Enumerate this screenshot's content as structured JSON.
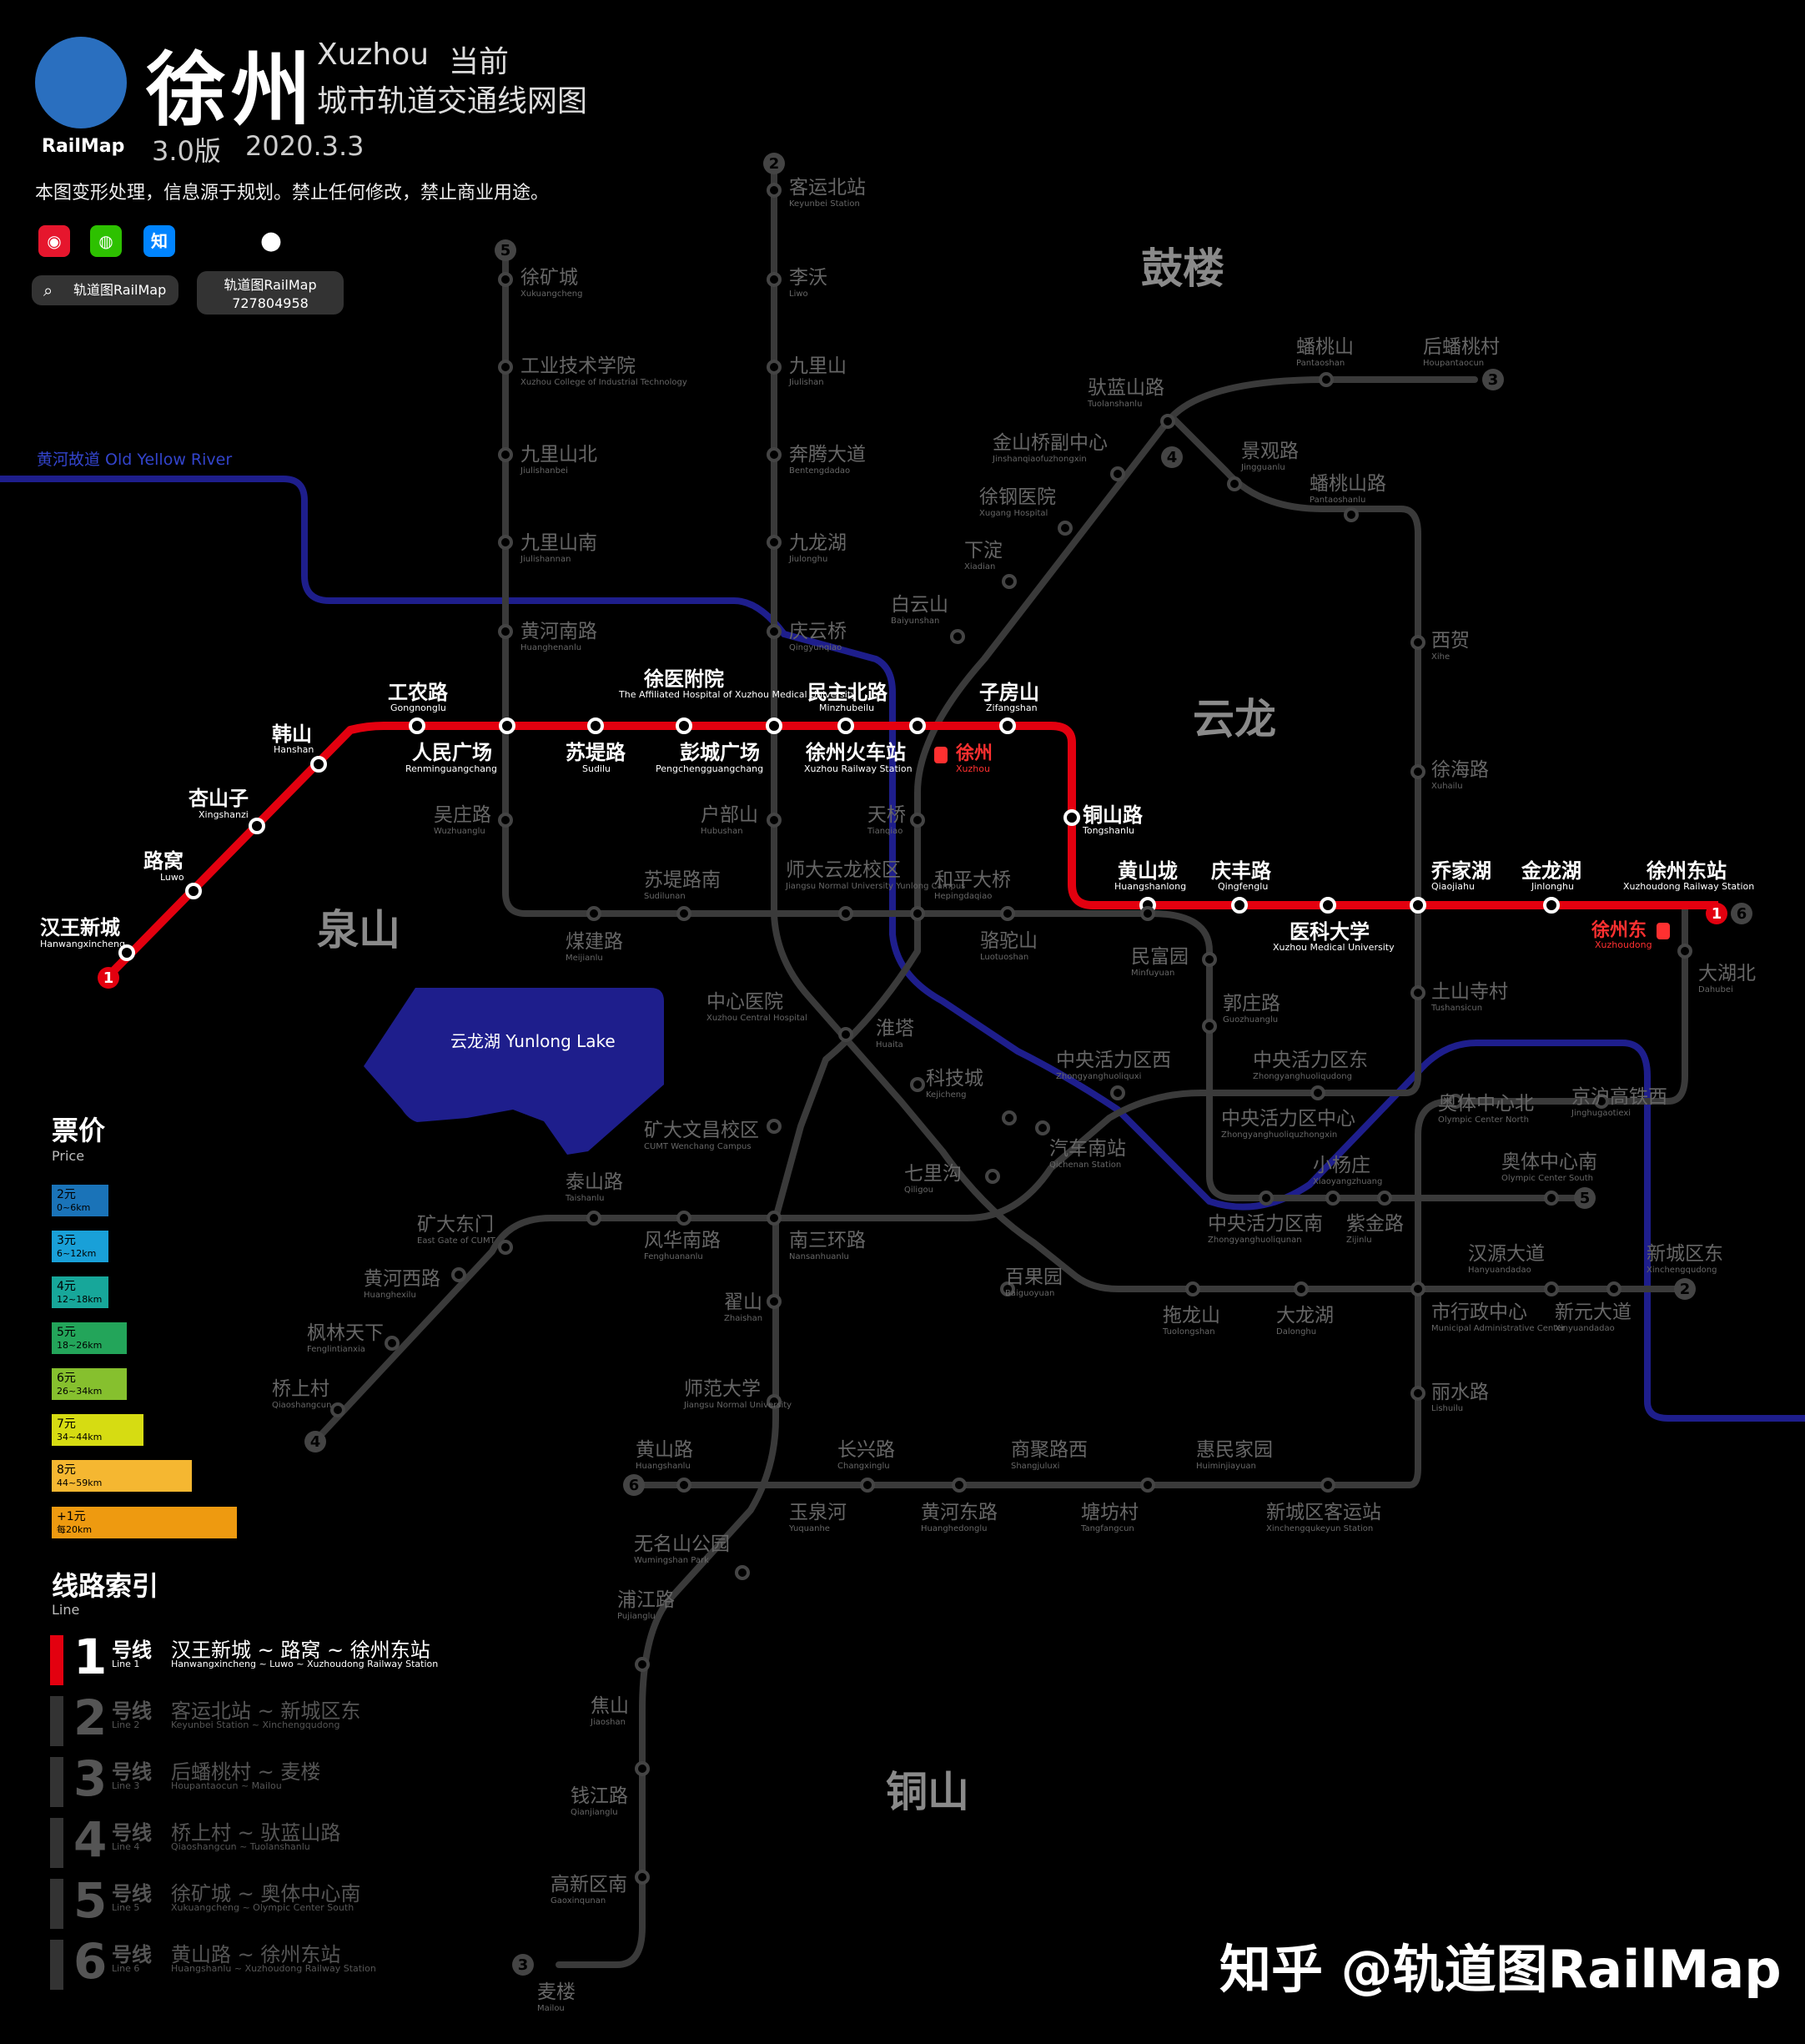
{
  "header": {
    "title_cn": "徐州",
    "title_en": "Xuzhou",
    "title_current": "当前",
    "subtitle": "城市轨道交通线网图",
    "logo_label": "RailMap",
    "version": "3.0版",
    "date": "2020.3.3",
    "notice": "本图变形处理，信息源于规划。禁止任何修改，禁止商业用途。",
    "social": [
      "weibo-icon",
      "wechat-icon",
      "zhihu-icon",
      "qq-icon"
    ],
    "zhihu_glyph": "知",
    "search_label": "轨道图RailMap",
    "qq_label": "轨道图RailMap",
    "qq_number": "727804958"
  },
  "districts": [
    "鼓楼",
    "云龙",
    "泉山",
    "铜山"
  ],
  "river": {
    "label": "黄河故道  Old Yellow River"
  },
  "lake": {
    "label": "云龙湖  Yunlong Lake"
  },
  "colors": {
    "background": "#000000",
    "line1": "#e3000f",
    "planned": "#3a3a3a",
    "river": "#1e1e8c",
    "lake": "#1e1e8c"
  },
  "price_legend": {
    "title": "票价",
    "title_en": "Price",
    "tiers": [
      {
        "price": "2元",
        "range": "0~6km",
        "color": "#1a73b8"
      },
      {
        "price": "3元",
        "range": "6~12km",
        "color": "#19a0d8"
      },
      {
        "price": "4元",
        "range": "12~18km",
        "color": "#17a79a"
      },
      {
        "price": "5元",
        "range": "18~26km",
        "color": "#23a55a"
      },
      {
        "price": "6元",
        "range": "26~34km",
        "color": "#86c02e"
      },
      {
        "price": "7元",
        "range": "34~44km",
        "color": "#d6dc12"
      },
      {
        "price": "8元",
        "range": "44~59km",
        "color": "#f5b731"
      },
      {
        "price": "+1元",
        "range": "每20km",
        "color": "#ee9a10"
      }
    ]
  },
  "line_index": {
    "title": "线路索引",
    "title_en": "Line",
    "lines": [
      {
        "num": "1",
        "label": "号线",
        "label_en": "Line 1",
        "route": "汉王新城 ~ 路窝 ~ 徐州东站",
        "route_en": "Hanwangxincheng ~ Luwo ~ Xuzhoudong Railway Station",
        "color": "#e3000f",
        "active": true
      },
      {
        "num": "2",
        "label": "号线",
        "label_en": "Line 2",
        "route": "客运北站 ~ 新城区东",
        "route_en": "Keyunbei Station ~ Xinchengqudong",
        "color": "#333333",
        "active": false
      },
      {
        "num": "3",
        "label": "号线",
        "label_en": "Line 3",
        "route": "后蟠桃村 ~ 麦楼",
        "route_en": "Houpantaocun ~ Mailou",
        "color": "#333333",
        "active": false
      },
      {
        "num": "4",
        "label": "号线",
        "label_en": "Line 4",
        "route": "桥上村 ~ 驮蓝山路",
        "route_en": "Qiaoshangcun ~ Tuolanshanlu",
        "color": "#333333",
        "active": false
      },
      {
        "num": "5",
        "label": "号线",
        "label_en": "Line 5",
        "route": "徐矿城 ~ 奥体中心南",
        "route_en": "Xukuangcheng ~ Olympic Center South",
        "color": "#333333",
        "active": false
      },
      {
        "num": "6",
        "label": "号线",
        "label_en": "Line 6",
        "route": "黄山路 ~ 徐州东站",
        "route_en": "Huangshanlu ~ Xuzhoudong Railway Station",
        "color": "#333333",
        "active": false
      }
    ]
  },
  "line1_stations": [
    {
      "cn": "汉王新城",
      "en": "Hanwangxincheng"
    },
    {
      "cn": "路窝",
      "en": "Luwo"
    },
    {
      "cn": "杏山子",
      "en": "Xingshanzi"
    },
    {
      "cn": "韩山",
      "en": "Hanshan"
    },
    {
      "cn": "工农路",
      "en": "Gongnonglu"
    },
    {
      "cn": "人民广场",
      "en": "Renminguangchang"
    },
    {
      "cn": "苏堤路",
      "en": "Sudilu"
    },
    {
      "cn": "徐医附院",
      "en": "The Affiliated Hospital of Xuzhou Medical University"
    },
    {
      "cn": "彭城广场",
      "en": "Pengchengguangchang"
    },
    {
      "cn": "民主北路",
      "en": "Minzhubeilu"
    },
    {
      "cn": "徐州火车站",
      "en": "Xuzhou Railway Station"
    },
    {
      "cn": "子房山",
      "en": "Zifangshan"
    },
    {
      "cn": "铜山路",
      "en": "Tongshanlu"
    },
    {
      "cn": "黄山垅",
      "en": "Huangshanlong"
    },
    {
      "cn": "庆丰路",
      "en": "Qingfenglu"
    },
    {
      "cn": "医科大学",
      "en": "Xuzhou Medical University"
    },
    {
      "cn": "乔家湖",
      "en": "Qiaojiahu"
    },
    {
      "cn": "金龙湖",
      "en": "Jinlonghu"
    },
    {
      "cn": "徐州东站",
      "en": "Xuzhoudong Railway Station"
    }
  ],
  "rail_stations": [
    {
      "cn": "徐州",
      "en": "Xuzhou"
    },
    {
      "cn": "徐州东",
      "en": "Xuzhoudong"
    }
  ],
  "planned_stations": [
    {
      "cn": "客运北站",
      "en": "Keyunbei Station"
    },
    {
      "cn": "李沃",
      "en": "Liwo"
    },
    {
      "cn": "九里山",
      "en": "Jiulishan"
    },
    {
      "cn": "奔腾大道",
      "en": "Bentengdadao"
    },
    {
      "cn": "九龙湖",
      "en": "Jiulonghu"
    },
    {
      "cn": "庆云桥",
      "en": "Qingyunqiao"
    },
    {
      "cn": "徐矿城",
      "en": "Xukuangcheng"
    },
    {
      "cn": "工业技术学院",
      "en": "Xuzhou College of Industrial Technology"
    },
    {
      "cn": "九里山北",
      "en": "Jiulishanbei"
    },
    {
      "cn": "九里山南",
      "en": "Jiulishannan"
    },
    {
      "cn": "黄河南路",
      "en": "Huanghenanlu"
    },
    {
      "cn": "吴庄路",
      "en": "Wuzhuanglu"
    },
    {
      "cn": "户部山",
      "en": "Hubushan"
    },
    {
      "cn": "天桥",
      "en": "Tianqiao"
    },
    {
      "cn": "苏堤路南",
      "en": "Sudilunan"
    },
    {
      "cn": "师大云龙校区",
      "en": "Jiangsu Normal University Yunlong Campus"
    },
    {
      "cn": "和平大桥",
      "en": "Hepingdaqiao"
    },
    {
      "cn": "骆驼山",
      "en": "Luotuoshan"
    },
    {
      "cn": "煤建路",
      "en": "Meijianlu"
    },
    {
      "cn": "中心医院",
      "en": "Xuzhou Central Hospital"
    },
    {
      "cn": "淮塔",
      "en": "Huaita"
    },
    {
      "cn": "科技城",
      "en": "Kejicheng"
    },
    {
      "cn": "矿大文昌校区",
      "en": "CUMT Wenchang Campus"
    },
    {
      "cn": "泰山路",
      "en": "Taishanlu"
    },
    {
      "cn": "矿大东门",
      "en": "East Gate of CUMT"
    },
    {
      "cn": "黄河西路",
      "en": "Huanghexilu"
    },
    {
      "cn": "枫林天下",
      "en": "Fenglintianxia"
    },
    {
      "cn": "桥上村",
      "en": "Qiaoshangcun"
    },
    {
      "cn": "风华南路",
      "en": "Fenghuananlu"
    },
    {
      "cn": "南三环路",
      "en": "Nansanhuanlu"
    },
    {
      "cn": "七里沟",
      "en": "Qiligou"
    },
    {
      "cn": "汽车南站",
      "en": "Qichenan Station"
    },
    {
      "cn": "翟山",
      "en": "Zhaishan"
    },
    {
      "cn": "师范大学",
      "en": "Jiangsu Normal University"
    },
    {
      "cn": "百果园",
      "en": "Baiguoyuan"
    },
    {
      "cn": "拖龙山",
      "en": "Tuolongshan"
    },
    {
      "cn": "大龙湖",
      "en": "Dalonghu"
    },
    {
      "cn": "黄山路",
      "en": "Huangshanlu"
    },
    {
      "cn": "长兴路",
      "en": "Changxinglu"
    },
    {
      "cn": "商聚路西",
      "en": "Shangjuluxi"
    },
    {
      "cn": "惠民家园",
      "en": "Huiminjiayuan"
    },
    {
      "cn": "玉泉河",
      "en": "Yuquanhe"
    },
    {
      "cn": "黄河东路",
      "en": "Huanghedonglu"
    },
    {
      "cn": "塘坊村",
      "en": "Tangfangcun"
    },
    {
      "cn": "新城区客运站",
      "en": "Xinchengqukeyun Station"
    },
    {
      "cn": "无名山公园",
      "en": "Wumingshan Park"
    },
    {
      "cn": "浦江路",
      "en": "Pujianglu"
    },
    {
      "cn": "焦山",
      "en": "Jiaoshan"
    },
    {
      "cn": "钱江路",
      "en": "Qianjianglu"
    },
    {
      "cn": "高新区南",
      "en": "Gaoxinqunan"
    },
    {
      "cn": "麦楼",
      "en": "Mailou"
    },
    {
      "cn": "蟠桃山",
      "en": "Pantaoshan"
    },
    {
      "cn": "后蟠桃村",
      "en": "Houpantaocun"
    },
    {
      "cn": "驮蓝山路",
      "en": "Tuolanshanlu"
    },
    {
      "cn": "金山桥副中心",
      "en": "Jinshanqiaofuzhongxin"
    },
    {
      "cn": "徐钢医院",
      "en": "Xugang Hospital"
    },
    {
      "cn": "下淀",
      "en": "Xiadian"
    },
    {
      "cn": "白云山",
      "en": "Baiyunshan"
    },
    {
      "cn": "景观路",
      "en": "Jingguanlu"
    },
    {
      "cn": "蟠桃山路",
      "en": "Pantaoshanlu"
    },
    {
      "cn": "西贺",
      "en": "Xihe"
    },
    {
      "cn": "徐海路",
      "en": "Xuhailu"
    },
    {
      "cn": "土山寺村",
      "en": "Tushansicun"
    },
    {
      "cn": "民富园",
      "en": "Minfuyuan"
    },
    {
      "cn": "郭庄路",
      "en": "Guozhuanglu"
    },
    {
      "cn": "中央活力区西",
      "en": "Zhongyanghuoliquxi"
    },
    {
      "cn": "中央活力区东",
      "en": "Zhongyanghuoliqudong"
    },
    {
      "cn": "中央活力区中心",
      "en": "Zhongyanghuoliquzhongxin"
    },
    {
      "cn": "中央活力区南",
      "en": "Zhongyanghuoliqunan"
    },
    {
      "cn": "紫金路",
      "en": "Zijinlu"
    },
    {
      "cn": "小杨庄",
      "en": "Xiaoyangzhuang"
    },
    {
      "cn": "奥体中心北",
      "en": "Olympic Center North"
    },
    {
      "cn": "奥体中心南",
      "en": "Olympic Center South"
    },
    {
      "cn": "京沪高铁西",
      "en": "Jinghugaotiexi"
    },
    {
      "cn": "大湖北",
      "en": "Dahubei"
    },
    {
      "cn": "汉源大道",
      "en": "Hanyuandadao"
    },
    {
      "cn": "新城区东",
      "en": "Xinchengqudong"
    },
    {
      "cn": "市行政中心",
      "en": "Municipal Administrative Center"
    },
    {
      "cn": "新元大道",
      "en": "Xinyuandadao"
    },
    {
      "cn": "丽水路",
      "en": "Lishuilu"
    }
  ],
  "line_badges": [
    "1",
    "2",
    "3",
    "4",
    "5",
    "6"
  ],
  "watermark": "知乎 @轨道图RailMap"
}
